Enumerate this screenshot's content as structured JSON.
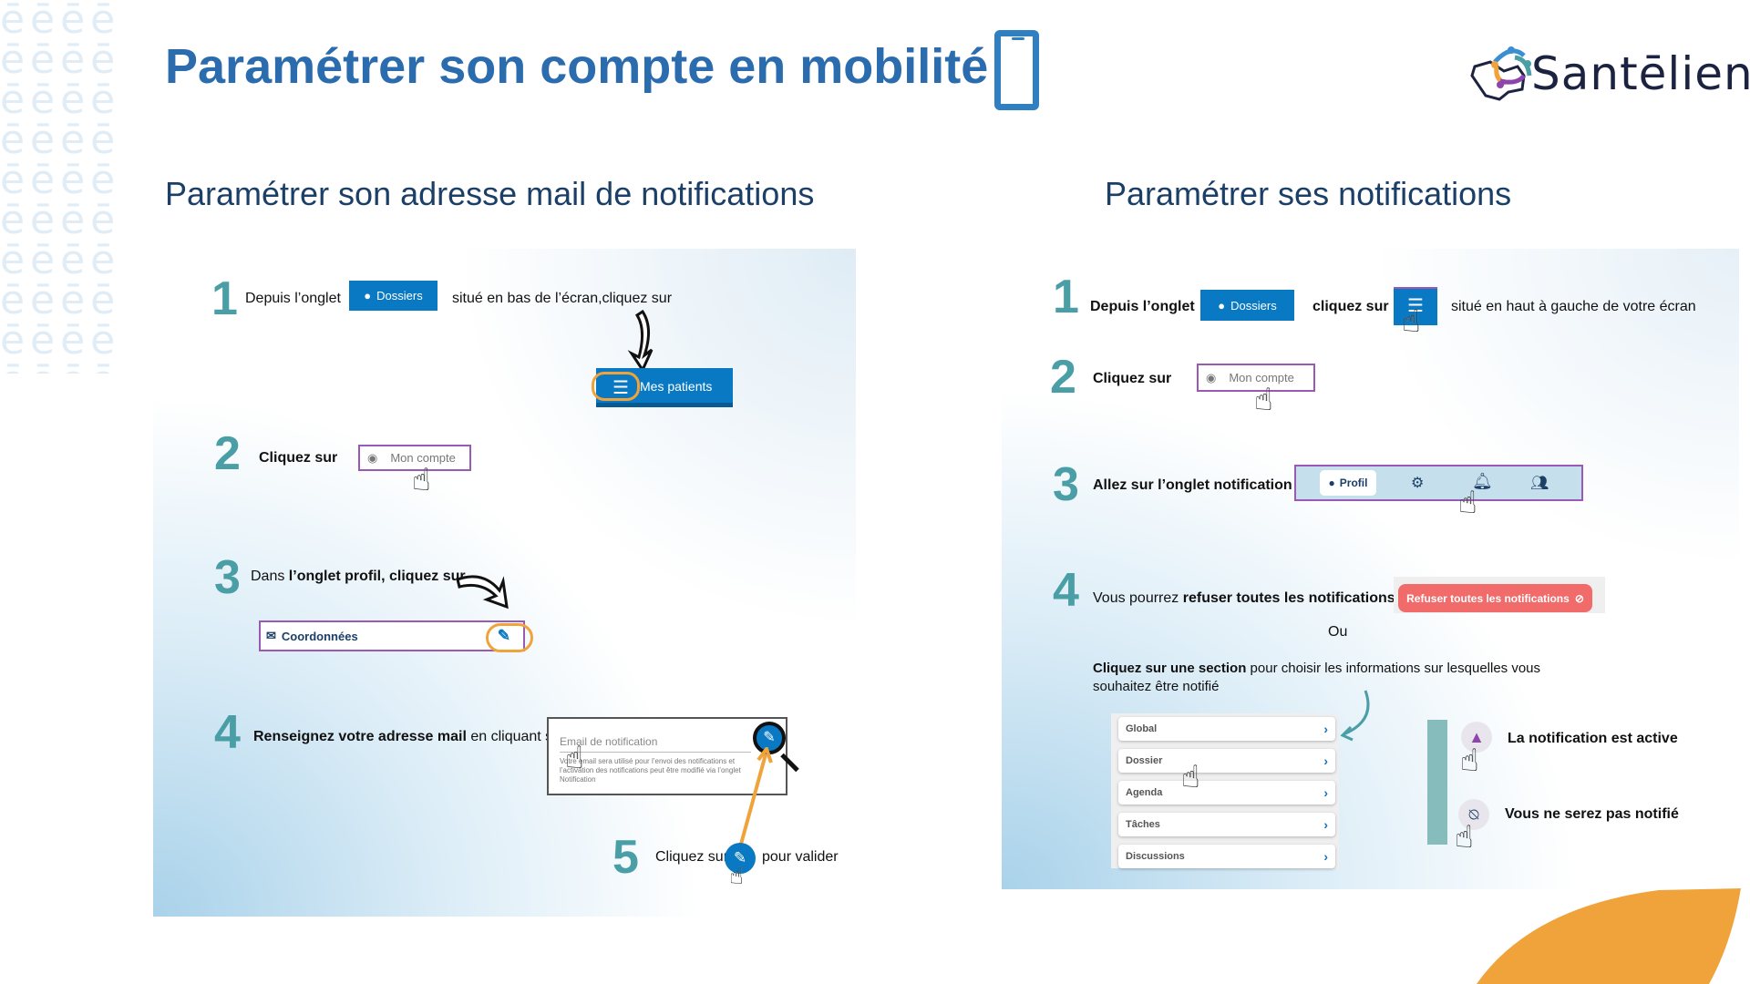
{
  "header": {
    "title": "Paramétrer son compte en mobilité",
    "logo_text": "Santēlien"
  },
  "left": {
    "heading": "Paramétrer son adresse mail de notifications",
    "step1": {
      "num": "1",
      "text_a": "Depuis l’onglet",
      "dossiers": "Dossiers",
      "text_b": "situé en bas de l’écran,cliquez sur",
      "bar_label": "Mes patients"
    },
    "step2": {
      "num": "2",
      "text": "Cliquez sur",
      "button": "Mon compte"
    },
    "step3": {
      "num": "3",
      "text_a": "Dans ",
      "text_b": "l’onglet  profil, cliquez sur",
      "field": "Coordonnées"
    },
    "step4": {
      "num": "4",
      "text_bold": "Renseignez votre adresse mail",
      "text_rest": " en cliquant sur",
      "placeholder": "Email de notification",
      "help": "Votre email sera utilisé pour l’envoi des notifications et l’activation des notifications peut être modifié via l’onglet Notification"
    },
    "step5": {
      "num": "5",
      "text_a": "Cliquez sur",
      "text_b": "pour valider"
    }
  },
  "right": {
    "heading": "Paramétrer ses notifications",
    "step1": {
      "num": "1",
      "text_a": "Depuis l’onglet",
      "dossiers": "Dossiers",
      "text_b": "cliquez sur",
      "text_c": "situé en haut à gauche de votre écran"
    },
    "step2": {
      "num": "2",
      "text": "Cliquez sur",
      "button": "Mon compte"
    },
    "step3": {
      "num": "3",
      "text": "Allez sur l’onglet notification",
      "tab_profil": "Profil"
    },
    "step4": {
      "num": "4",
      "text_a": "Vous pourrez ",
      "text_b": "refuser toutes les notifications",
      "refuse_button": "Refuser toutes les notifications",
      "or": "Ou",
      "section_bold": "Cliquez sur une section",
      "section_rest": " pour choisir les informations sur lesquelles vous souhaitez être notifié",
      "sections": [
        "Global",
        "Dossier",
        "Agenda",
        "Tâches",
        "Discussions"
      ],
      "active_label": "La notification est active",
      "inactive_label": "Vous ne serez pas notifié"
    }
  },
  "colors": {
    "title": "#2b6cae",
    "teal": "#4a9ea5",
    "blue": "#0a79c3",
    "orange": "#f0a33a",
    "purple": "#9b59b6",
    "red": "#f26b6b"
  }
}
